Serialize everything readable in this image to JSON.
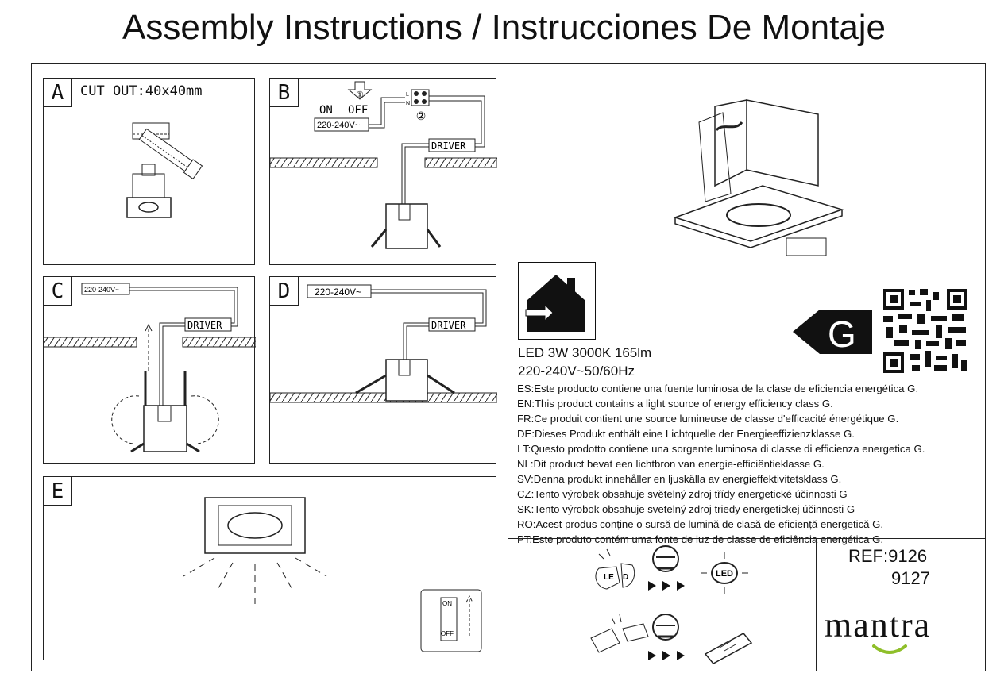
{
  "title": "Assembly Instructions / Instrucciones De Montaje",
  "panels": {
    "a": {
      "letter": "A",
      "cutout": "CUT OUT:40x40mm"
    },
    "b": {
      "letter": "B",
      "on": "ON",
      "off": "OFF",
      "voltage": "220-240V~",
      "driver": "DRIVER",
      "step1": "①",
      "step2": "②",
      "l": "L",
      "n": "N"
    },
    "c": {
      "letter": "C",
      "voltage": "220-240V~",
      "driver": "DRIVER"
    },
    "d": {
      "letter": "D",
      "voltage": "220-240V~",
      "driver": "DRIVER"
    },
    "e": {
      "letter": "E",
      "switch_on": "ON",
      "switch_off": "OFF"
    }
  },
  "product": {
    "spec_line1": "LED 3W 3000K 165lm",
    "spec_line2": "220-240V~50/60Hz",
    "energy_class": "G",
    "efficiency_lines": [
      "ES:Este producto contiene una fuente luminosa de la clase de eficiencia energética G.",
      "EN:This product contains a light source of energy efficiency class G.",
      "FR:Ce produit contient une source lumineuse de classe d'efficacité énergétique G.",
      "DE:Dieses Produkt enthält eine Lichtquelle der Energieeffizienzklasse G.",
      "I T:Questo prodotto contiene una sorgente luminosa di classe di efficienza energetica G.",
      "NL:Dit product bevat een lichtbron van energie-efficiëntieklasse G.",
      "SV:Denna produkt innehåller en ljuskälla av energieffektivitetsklass G.",
      "CZ:Tento výrobek obsahuje světelný zdroj třídy energetické účinnosti G",
      "SK:Tento výrobok obsahuje svetelný zdroj triedy energetickej účinnosti G",
      "RO:Acest produs conține o sursă de lumină de clasă de eficiență energetică G.",
      "PT:Este produto contém uma fonte de luz de classe de eficiência energética G."
    ],
    "led_icon_label": "LED",
    "ref_label": "REF:9126",
    "ref_second": "9127",
    "brand": "mantra"
  },
  "colors": {
    "line": "#222222",
    "accent": "#8fbf2a",
    "badge": "#111111"
  }
}
